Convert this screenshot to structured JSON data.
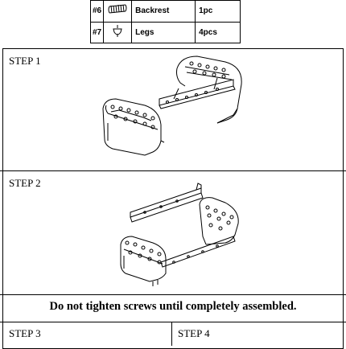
{
  "parts": [
    {
      "num": "#6",
      "icon": "spring-bolt-icon",
      "name": "Backrest",
      "qty": "1pc"
    },
    {
      "num": "#7",
      "icon": "leg-icon",
      "name": "Legs",
      "qty": "4pcs"
    }
  ],
  "steps": {
    "step1": "STEP 1",
    "step2": "STEP 2",
    "step3": "STEP 3",
    "step4": "STEP 4"
  },
  "note": "Do not tighten screws until completely assembled."
}
